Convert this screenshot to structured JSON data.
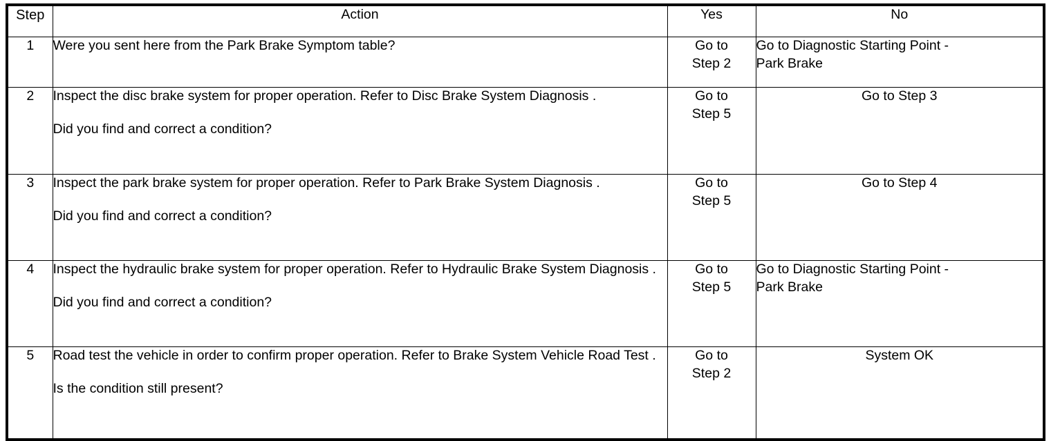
{
  "table": {
    "headers": {
      "step": "Step",
      "action": "Action",
      "yes": "Yes",
      "no": "No"
    },
    "rows": [
      {
        "step": "1",
        "action_line1": "Were you sent here from the Park Brake Symptom table?",
        "action_question": "",
        "yes": "Go to\nStep 2",
        "no": "Go to Diagnostic Starting Point -\nPark Brake",
        "no_align": "left",
        "valign": "top"
      },
      {
        "step": "2",
        "action_line1": "Inspect the disc brake system for proper operation. Refer to Disc Brake System Diagnosis .",
        "action_question": "Did you find and correct a condition?",
        "yes": "Go to\nStep 5",
        "no": "Go to Step 3",
        "no_align": "center",
        "valign": "bottom"
      },
      {
        "step": "3",
        "action_line1": "Inspect the park brake system for proper operation. Refer to Park Brake System Diagnosis .",
        "action_question": "Did you find and correct a condition?",
        "yes": "Go to\nStep 5",
        "no": "Go to Step 4",
        "no_align": "center",
        "valign": "bottom"
      },
      {
        "step": "4",
        "action_line1": "Inspect the hydraulic brake system for proper operation. Refer to Hydraulic Brake System Diagnosis .",
        "action_question": "Did you find and correct a condition?",
        "yes": "Go to\nStep 5",
        "no": "Go to Diagnostic Starting Point -\nPark Brake",
        "no_align": "left",
        "valign": "bottom"
      },
      {
        "step": "5",
        "action_line1": "Road test the vehicle in order to confirm proper operation. Refer to Brake System Vehicle Road Test .",
        "action_question": "Is the condition still present?",
        "yes": "Go to\nStep 2",
        "no": "System OK",
        "no_align": "center",
        "valign": "bottom"
      }
    ]
  }
}
